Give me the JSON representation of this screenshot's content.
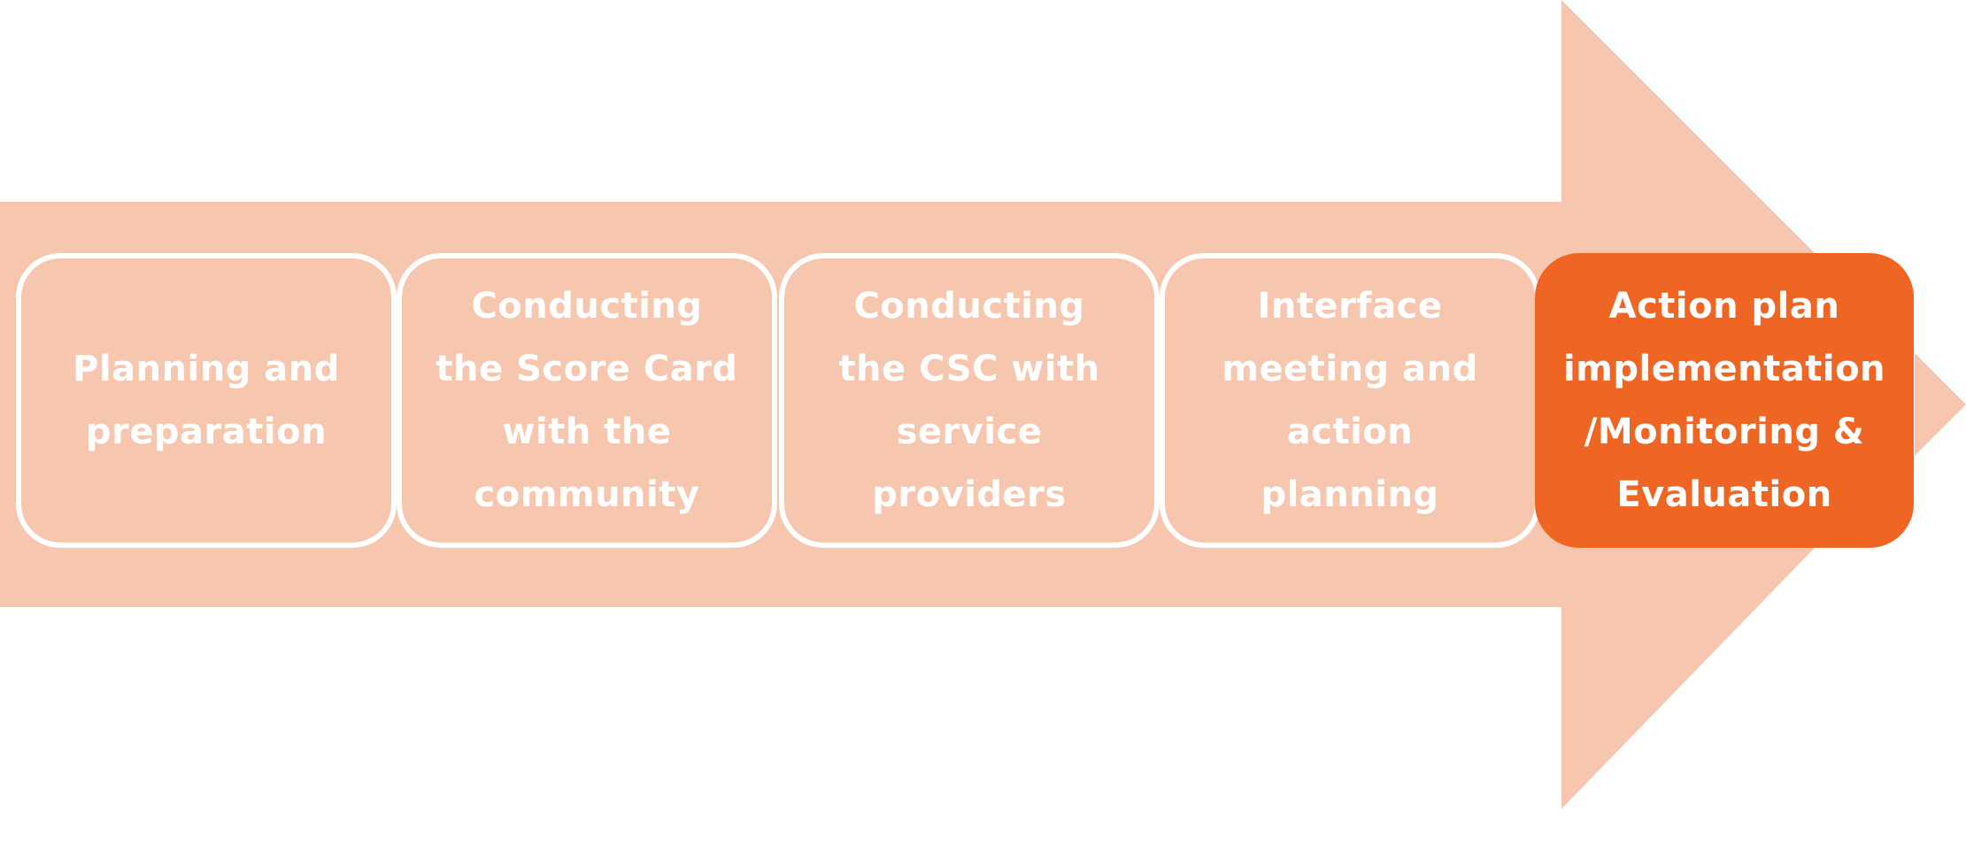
{
  "colors": {
    "arrow_fill": "#f6c6ae",
    "step_fill": "#f6c6ae",
    "step_border": "#ffffff",
    "active_fill": "#ef6523",
    "text": "#ffffff"
  },
  "steps": [
    {
      "label_lines": [
        "Planning and",
        "preparation"
      ],
      "active": false
    },
    {
      "label_lines": [
        "Conducting",
        "the Score Card",
        "with the",
        "community"
      ],
      "active": false
    },
    {
      "label_lines": [
        "Conducting",
        "the CSC with",
        "service",
        "providers"
      ],
      "active": false
    },
    {
      "label_lines": [
        "Interface",
        "meeting and",
        "action",
        "planning"
      ],
      "active": false
    },
    {
      "label_lines": [
        "Action plan",
        "implementation",
        "/Monitoring &",
        "Evaluation"
      ],
      "active": true
    }
  ]
}
